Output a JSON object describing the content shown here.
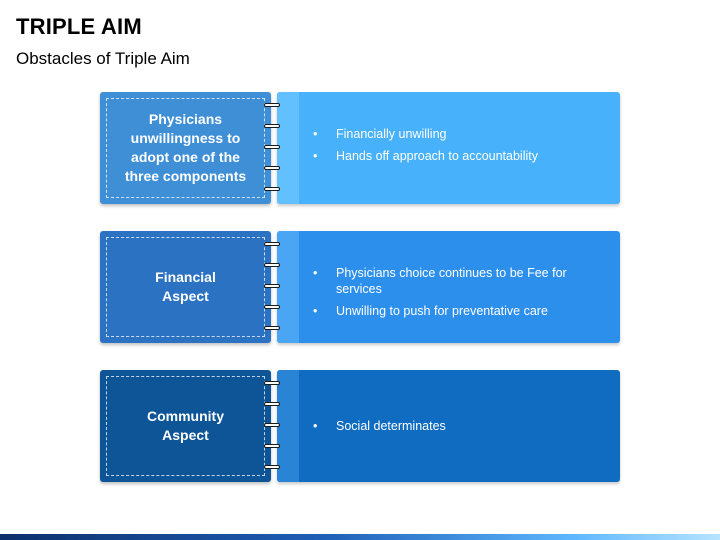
{
  "header": {
    "title": "TRIPLE AIM",
    "subtitle": "Obstacles of Triple Aim"
  },
  "rows": [
    {
      "label": "Physicians\nunwillingness to\nadopt one of the\nthree components",
      "bullets": [
        "Financially unwilling",
        "Hands off approach to accountability"
      ],
      "colors": {
        "left": "#3f8fd6",
        "right": "#47b1fb",
        "strip": "#63c0ff"
      }
    },
    {
      "label": "Financial\nAspect",
      "bullets": [
        "Physicians choice continues to be Fee for services",
        "Unwilling to push for preventative care"
      ],
      "colors": {
        "left": "#2c72c2",
        "right": "#2d8fec",
        "strip": "#4aa5f5"
      }
    },
    {
      "label": "Community\nAspect",
      "bullets": [
        "Social determinates"
      ],
      "colors": {
        "left": "#0e5597",
        "right": "#0f6cc0",
        "strip": "#2a84d6"
      }
    }
  ]
}
